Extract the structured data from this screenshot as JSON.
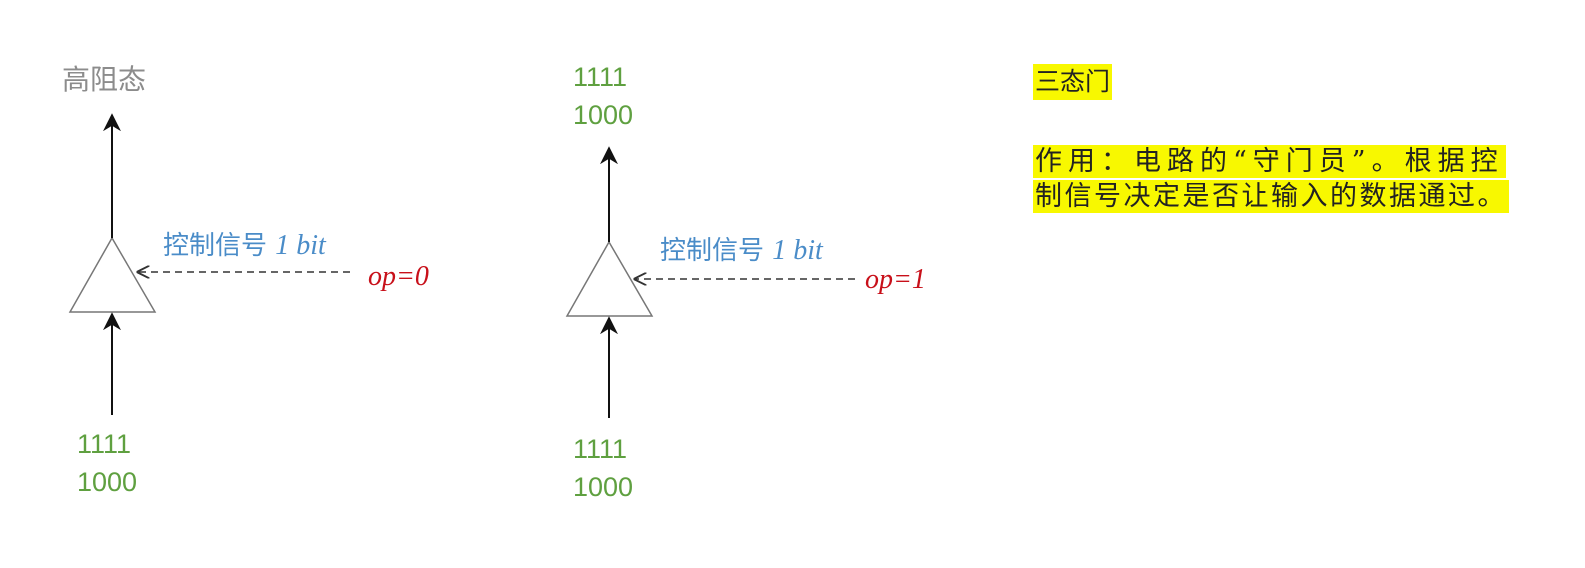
{
  "left_gate": {
    "output_label": "高阻态",
    "control_label": "控制信号",
    "control_bits": "1 bit",
    "op_label": "op=0",
    "input_line1": "1111",
    "input_line2": "1000"
  },
  "right_gate": {
    "output_line1": "1111",
    "output_line2": "1000",
    "control_label": "控制信号",
    "control_bits": "1 bit",
    "op_label": "op=1",
    "input_line1": "1111",
    "input_line2": "1000"
  },
  "notes": {
    "title": "三态门",
    "line1": "作用：电路的“守门员”。根据控",
    "line2": "制信号决定是否让输入的数据通过。"
  },
  "colors": {
    "data": "#5fa040",
    "control": "#4a8cc8",
    "op": "#c8101a",
    "highlight": "#f8f800"
  }
}
